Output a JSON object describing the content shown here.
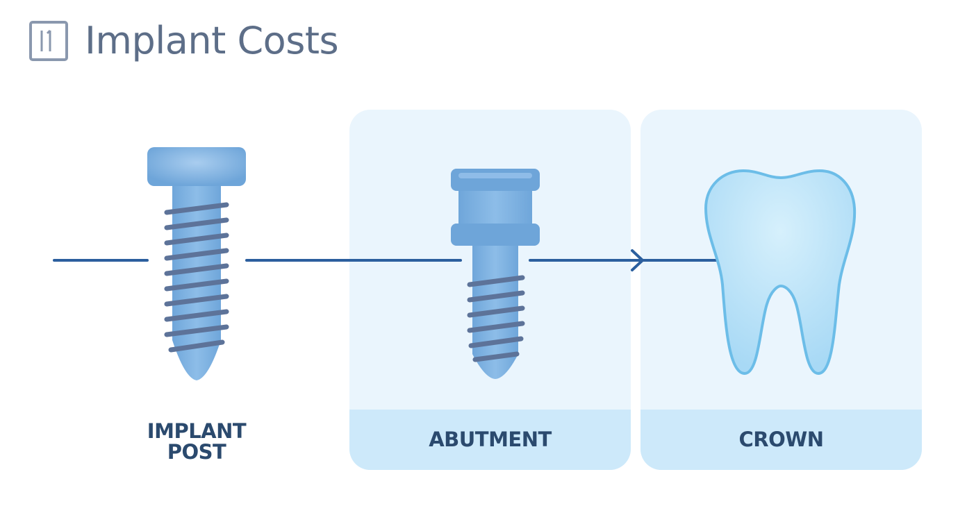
{
  "title": "Implant Costs",
  "components": [
    {
      "label_lines": [
        "IMPLANT",
        "POST"
      ],
      "icon": "implant-screw-icon"
    },
    {
      "label": "ABUTMENT",
      "icon": "abutment-icon"
    },
    {
      "label": "CROWN",
      "icon": "tooth-crown-icon"
    }
  ],
  "colors": {
    "title": "#5d6e88",
    "label": "#2b4a6e",
    "panel_bg": "#eaf5fd",
    "panel_footer": "#cde9fa",
    "component_fill": "#7bb0e0",
    "thread": "#5d7399",
    "connector_line": "#2c5f9e",
    "tooth_fill": "#b6e0f8",
    "tooth_stroke": "#6cbde8"
  }
}
